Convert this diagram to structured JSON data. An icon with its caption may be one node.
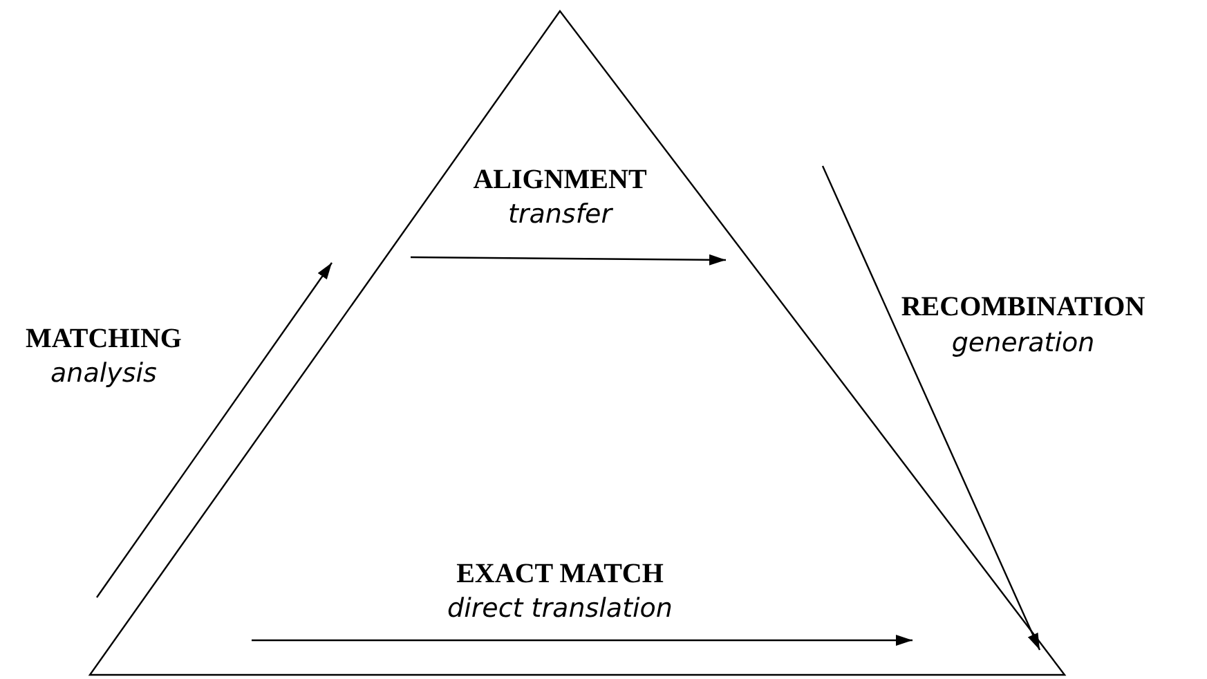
{
  "diagram": {
    "labels": [
      "ALIGNMENT",
      "transfer",
      "MATCHING",
      "analysis",
      "RECOMBINATION",
      "generation",
      "EXACT MATCH",
      "direct translation"
    ]
  }
}
